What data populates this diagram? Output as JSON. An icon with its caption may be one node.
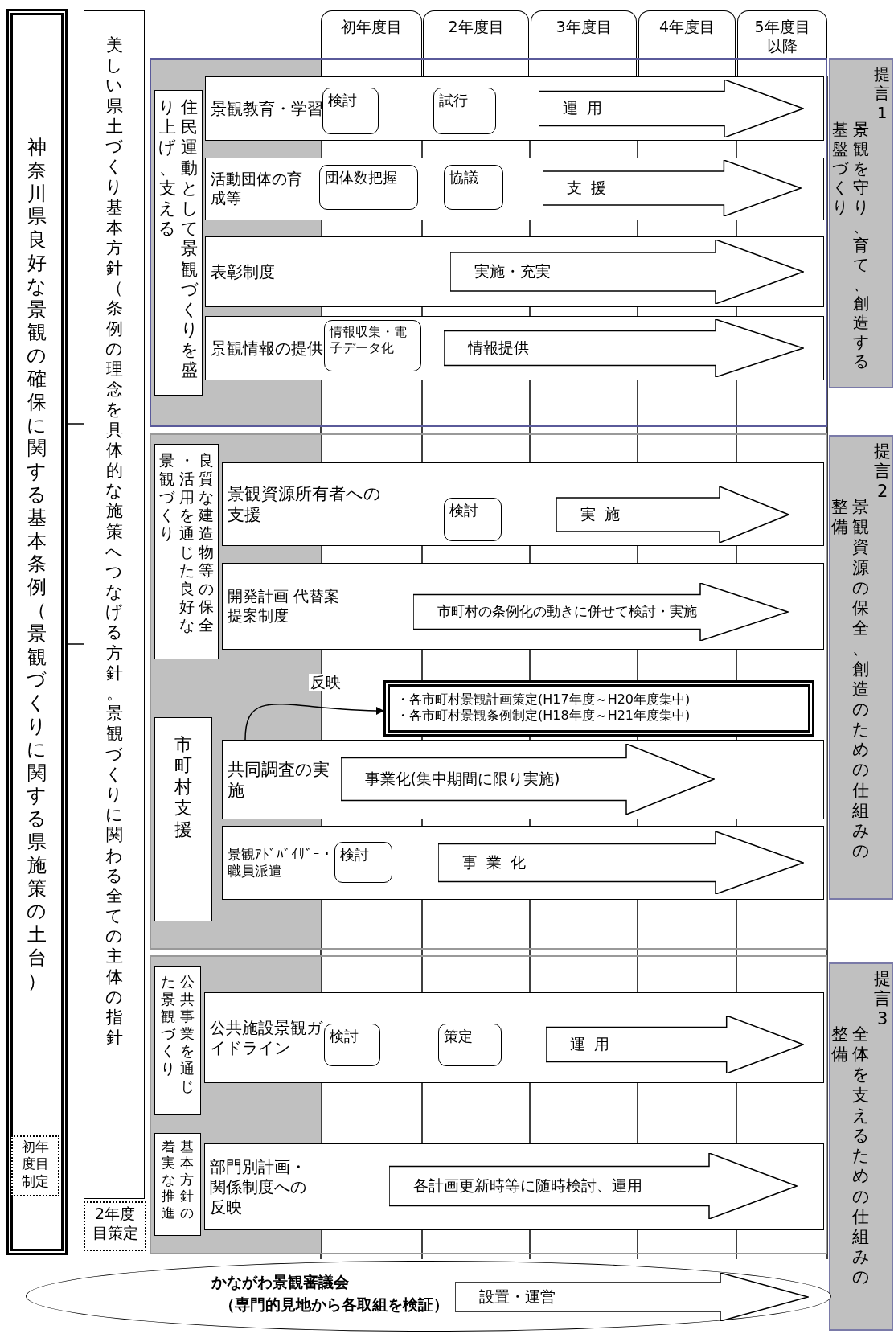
{
  "diagram": {
    "nodes": [
      {
        "text": [
          "神奈川県良好な景観の確保に関する基本条例（景観づくりに関する県施策の土台）"
        ]
      },
      {
        "text": [
          "初年度目制定"
        ],
        "in": 0
      },
      {
        "text": [
          "美しい県土づくり基本方針（条例の理念を具体的な施策へつなげる方針。景観づくりに関わる全ての主体の指針"
        ]
      },
      {
        "text": [
          "2年度目策定"
        ]
      },
      {
        "text": [
          "初年度目"
        ]
      },
      {
        "text": [
          "2年度目"
        ]
      },
      {
        "text": [
          "3年度目"
        ]
      },
      {
        "text": [
          "4年度目"
        ]
      },
      {
        "text": [
          "5年度目以降"
        ]
      },
      {
        "text": [],
        "shape": "band"
      },
      {
        "text": [
          "住民運動として景観づくりを盛り上げ、支える"
        ],
        "in": 9
      },
      {
        "text": [
          "景観教育・学習"
        ],
        "in": 9
      },
      {
        "text": [
          "検討"
        ],
        "in": 11
      },
      {
        "text": [
          "試行"
        ],
        "in": 11
      },
      {
        "text": [
          "運用"
        ],
        "in": 11
      },
      {
        "text": [
          "活動団体の育成等"
        ],
        "in": 9
      },
      {
        "text": [
          "団体数把握"
        ],
        "in": 15
      },
      {
        "text": [
          "協議"
        ],
        "in": 15
      },
      {
        "text": [
          "支援"
        ],
        "in": 15
      },
      {
        "text": [
          "表彰制度"
        ],
        "in": 9
      },
      {
        "text": [
          "実施・充実"
        ],
        "in": 19
      },
      {
        "text": [
          "景観情報の提供"
        ],
        "in": 9
      },
      {
        "text": [
          "情報収集・電子データ化"
        ],
        "in": 21
      },
      {
        "text": [
          "情報提供"
        ],
        "in": 21
      },
      {
        "text": [
          "提言1",
          "景観を守り、育て、創造する基盤づくり"
        ]
      },
      {
        "text": [],
        "shape": "band"
      },
      {
        "text": [
          "良質な建造物等の保全・活用を通じた良好な景観づくり"
        ],
        "in": 25
      },
      {
        "text": [
          "景観資源所有者への支援"
        ],
        "in": 25
      },
      {
        "text": [
          "検討"
        ],
        "in": 27
      },
      {
        "text": [
          "実施"
        ],
        "in": 27
      },
      {
        "text": [
          "開発計画 代替案提案制度"
        ],
        "in": 25
      },
      {
        "text": [
          "市町村の条例化の動きに併せて検討・実施"
        ],
        "in": 30
      },
      {
        "text": [
          "市町村支援"
        ],
        "in": 25
      },
      {
        "text": [
          "・各市町村景観計画策定(H17年度～H20年度集中)",
          "・各市町村景観条例制定(H18年度～H21年度集中)"
        ],
        "in": 25
      },
      {
        "text": [
          "共同調査の実施"
        ],
        "in": 25
      },
      {
        "text": [
          "事業化(集中期間に限り実施)"
        ],
        "in": 34
      },
      {
        "text": [
          "景観ｱﾄﾞﾊﾞｲｻﾞｰ・職員派遣"
        ],
        "in": 25
      },
      {
        "text": [
          "検討"
        ],
        "in": 36
      },
      {
        "text": [
          "事業化"
        ],
        "in": 36
      },
      {
        "text": [
          "提言2",
          "景観資源の保全、創造のための仕組みの整備"
        ]
      },
      {
        "text": [],
        "shape": "band"
      },
      {
        "text": [
          "公共事業を通じた景観づくり"
        ],
        "in": 40
      },
      {
        "text": [
          "公共施設景観ガイドライン"
        ],
        "in": 40
      },
      {
        "text": [
          "検討"
        ],
        "in": 42
      },
      {
        "text": [
          "策定"
        ],
        "in": 42
      },
      {
        "text": [
          "運用"
        ],
        "in": 42
      },
      {
        "text": [
          "基本方針の着実な推進"
        ],
        "in": 40
      },
      {
        "text": [
          "部門別計画・関係制度への反映"
        ],
        "in": 40
      },
      {
        "text": [
          "各計画更新時等に随時検討、運用"
        ],
        "in": 47
      },
      {
        "text": [
          "提言3",
          "全体を支えるための仕組みの整備"
        ]
      },
      {
        "text": [
          "かながわ景観審議会",
          "（専門的見地から各取組を検証）"
        ]
      },
      {
        "text": [
          "設置・運営"
        ],
        "in": 50
      }
    ],
    "edges": [
      {
        "from": 0,
        "to": 2,
        "arrow": "none"
      },
      {
        "from": 0,
        "to": 2,
        "arrow": "none"
      },
      {
        "from": 34,
        "to": 33,
        "arrow": "to",
        "label": "反映"
      }
    ]
  }
}
